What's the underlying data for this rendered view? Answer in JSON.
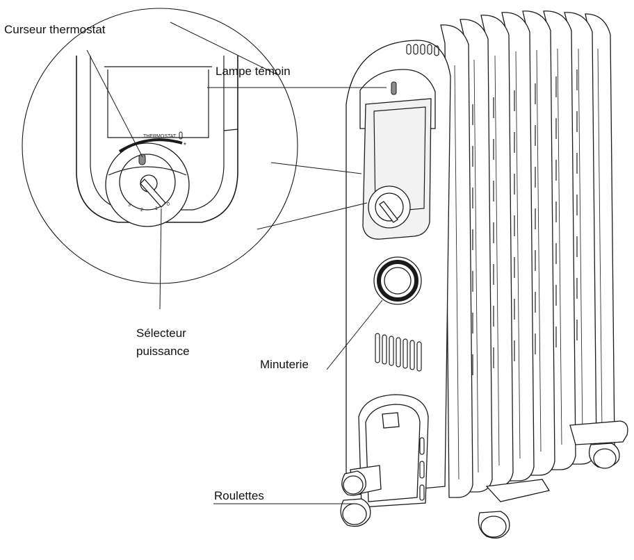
{
  "labels": {
    "thermostat_cursor": "Curseur thermostat",
    "indicator_lamp": "Lampe témoin",
    "power_selector_line1": "Sélecteur",
    "power_selector_line2": "puissance",
    "timer": "Minuterie",
    "wheels": "Roulettes"
  },
  "dial": {
    "thermostat_text": "THERMOSTAT",
    "scale": [
      "3",
      "2",
      "1",
      "0"
    ],
    "snowflake": "*"
  },
  "colors": {
    "line": "#1a1a1a",
    "background": "#ffffff",
    "accent": "#8a8a8a"
  }
}
